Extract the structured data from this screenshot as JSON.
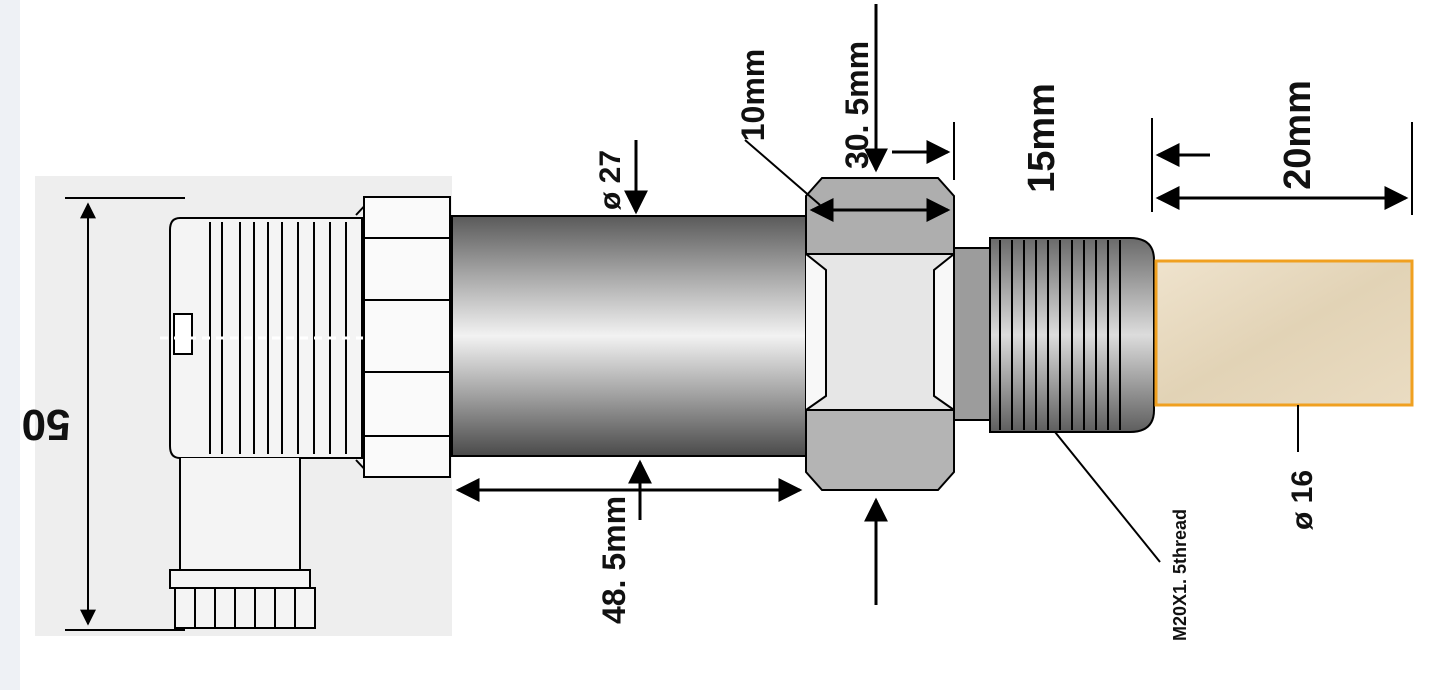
{
  "labels": {
    "height": "50",
    "body_diameter": "ø 27",
    "body_length": "48. 5mm",
    "hex_width": "10mm",
    "hex_across": "30. 5mm",
    "thread_length": "15mm",
    "tip_length": "20mm",
    "thread_spec": "M20X1. 5thread",
    "tip_diameter": "ø 16"
  }
}
